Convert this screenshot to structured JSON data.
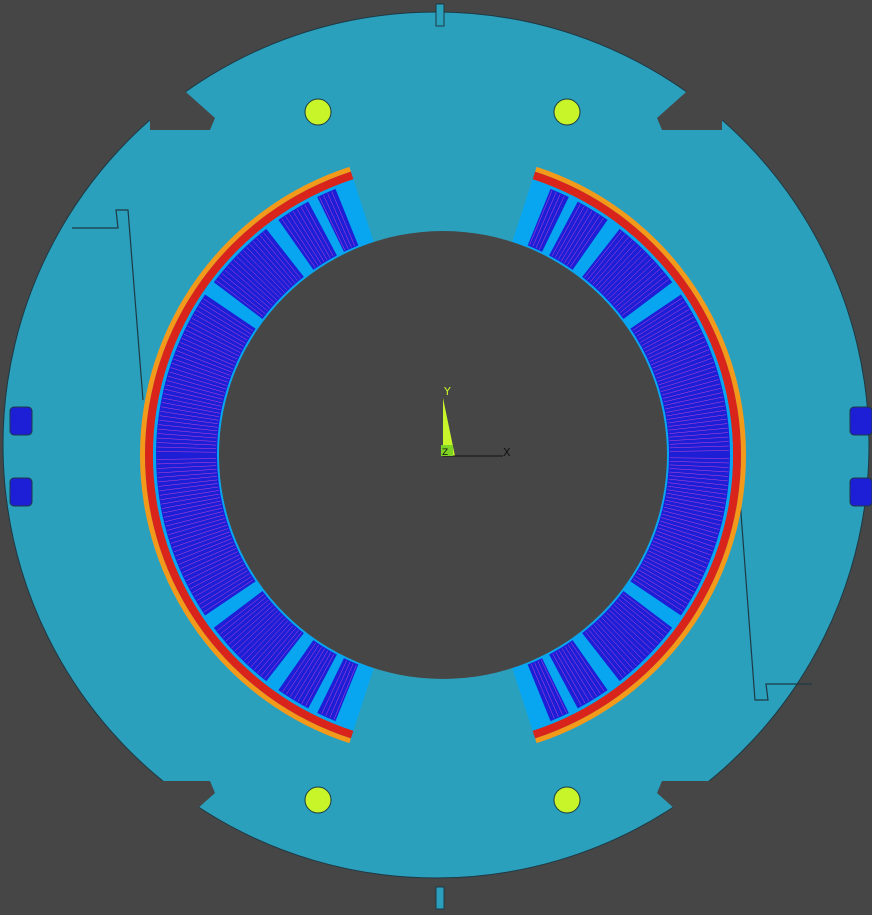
{
  "triad": {
    "y_label": "Y",
    "x_label": "X",
    "z_label": "Z"
  },
  "colors": {
    "background": "#464646",
    "yoke": "#2ba0bd",
    "yoke_edge": "#1d3a44",
    "bolt_holes": "#c8f52a",
    "wedge_light": "#08a6f0",
    "coil_dark": "#1d1fd6",
    "coil_lines": "#d14bd8",
    "outer_insulation": "#f39a1a",
    "ground_insulation": "#d9241c",
    "triad_y": "#c8f52a",
    "triad_axis": "#111111",
    "key_blocks": "#1d1fd6"
  },
  "icons": {
    "bolt_hole": "circle",
    "triad": "coordinate-axes-icon"
  }
}
